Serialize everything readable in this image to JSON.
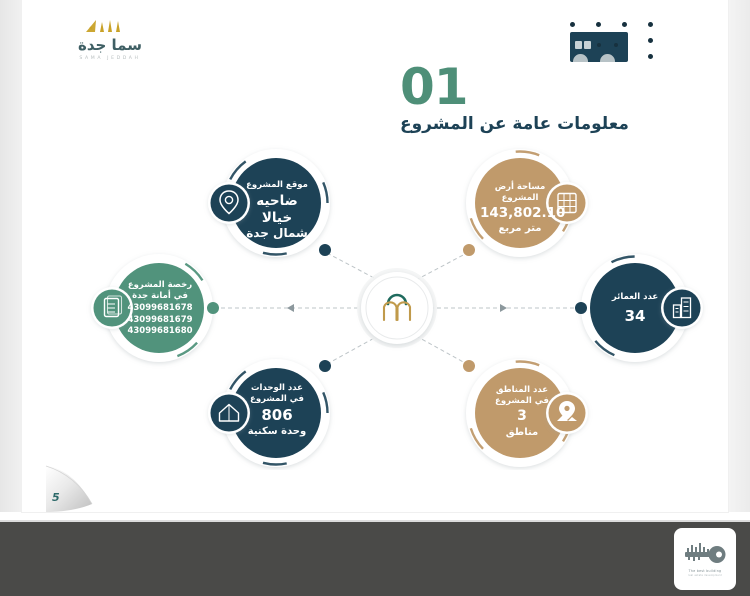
{
  "document": {
    "page_number": "5",
    "language": "ar"
  },
  "brand": {
    "name": "سما جدة",
    "latin_sub": "SAMA JEDDAH",
    "mark_icon": "sama-jeddah-arch-mark"
  },
  "header": {
    "number": "01",
    "title": "معلومات عامة عن المشروع",
    "decor_icon": "dot-grid-decoration",
    "overlay_icon": "dark-chip-overlay"
  },
  "center": {
    "icon": "sama-jeddah-arch-logo"
  },
  "colors": {
    "dark_teal": "#1d4256",
    "tan": "#c09a6b",
    "green": "#51937c",
    "accent_green": "#4e8f78",
    "white": "#ffffff",
    "page_bg": "#ffffff",
    "toolbar": "#4a4a48"
  },
  "nodes": [
    {
      "id": "project-location",
      "label": "موقع المشروع",
      "value": "ضاحيه خيالا",
      "unit": "شمال جدة",
      "color": "#1d4256",
      "icon": "map-pin-icon"
    },
    {
      "id": "project-land-area",
      "label": "مساحة أرض المشروع",
      "value": "143,802.10",
      "unit": "متر مربع",
      "color": "#c09a6b",
      "icon": "land-plot-icon"
    },
    {
      "id": "project-license",
      "label_line1": "رخصة المشروع",
      "label_line2": "في أمانة جدة",
      "licenses": [
        "43099681678",
        "43099681679",
        "43099681680"
      ],
      "color": "#51937c",
      "icon": "document-icon"
    },
    {
      "id": "buildings-count",
      "label": "عدد العمائر",
      "value": "34",
      "unit": "",
      "color": "#1d4256",
      "icon": "buildings-icon"
    },
    {
      "id": "units-count",
      "label_line1": "عدد الوحدات",
      "label_line2": "في المشروع",
      "value": "806",
      "unit": "وحدة سكنية",
      "color": "#1d4256",
      "icon": "home-icon"
    },
    {
      "id": "zones-count",
      "label_line1": "عدد المناطق",
      "label_line2": "في المشروع",
      "value": "3",
      "unit": "مناطق",
      "color": "#c09a6b",
      "icon": "zone-location-icon"
    }
  ],
  "toolbar": {
    "thumbnail": {
      "icon": "key-skyline-logo",
      "caption": "The best building",
      "caption2": "real estate development"
    }
  }
}
